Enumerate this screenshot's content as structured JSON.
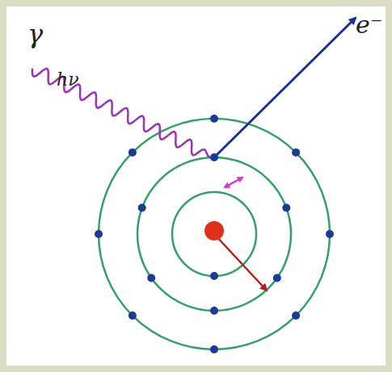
{
  "diagram": {
    "labels": [
      "γ",
      "hν",
      "e⁻"
    ]
  }
}
